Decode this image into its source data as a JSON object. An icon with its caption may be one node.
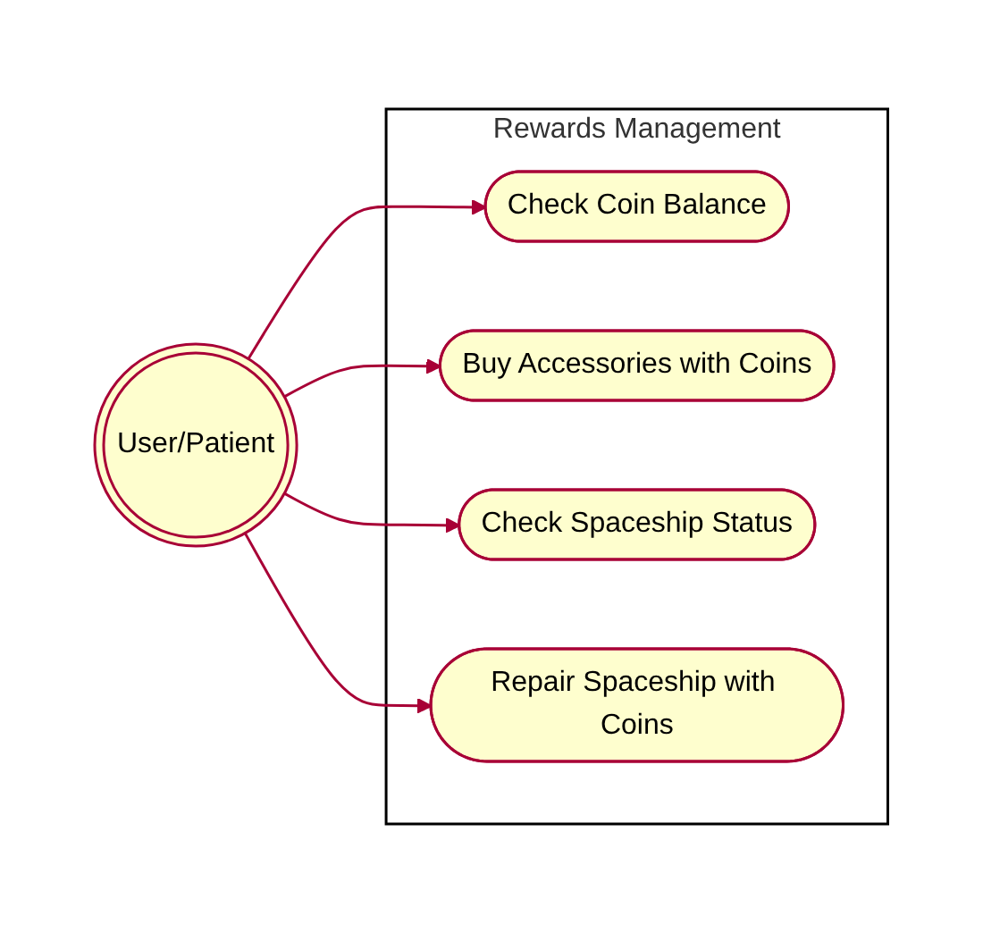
{
  "diagram": {
    "nodes": [
      {
        "text": [
          "User/Patient"
        ]
      },
      {
        "text": [
          "Rewards Management"
        ]
      },
      {
        "text": [
          "Check Coin Balance"
        ],
        "in": 1
      },
      {
        "text": [
          "Buy Accessories with Coins"
        ],
        "in": 1
      },
      {
        "text": [
          "Check Spaceship Status"
        ],
        "in": 1
      },
      {
        "text": [
          "Repair Spaceship with Coins"
        ],
        "in": 1
      }
    ],
    "edges": [
      {
        "from": 0,
        "to": 2,
        "arrow": "to"
      },
      {
        "from": 0,
        "to": 3,
        "arrow": "to"
      },
      {
        "from": 0,
        "to": 4,
        "arrow": "to"
      },
      {
        "from": 0,
        "to": 5,
        "arrow": "to"
      }
    ]
  }
}
